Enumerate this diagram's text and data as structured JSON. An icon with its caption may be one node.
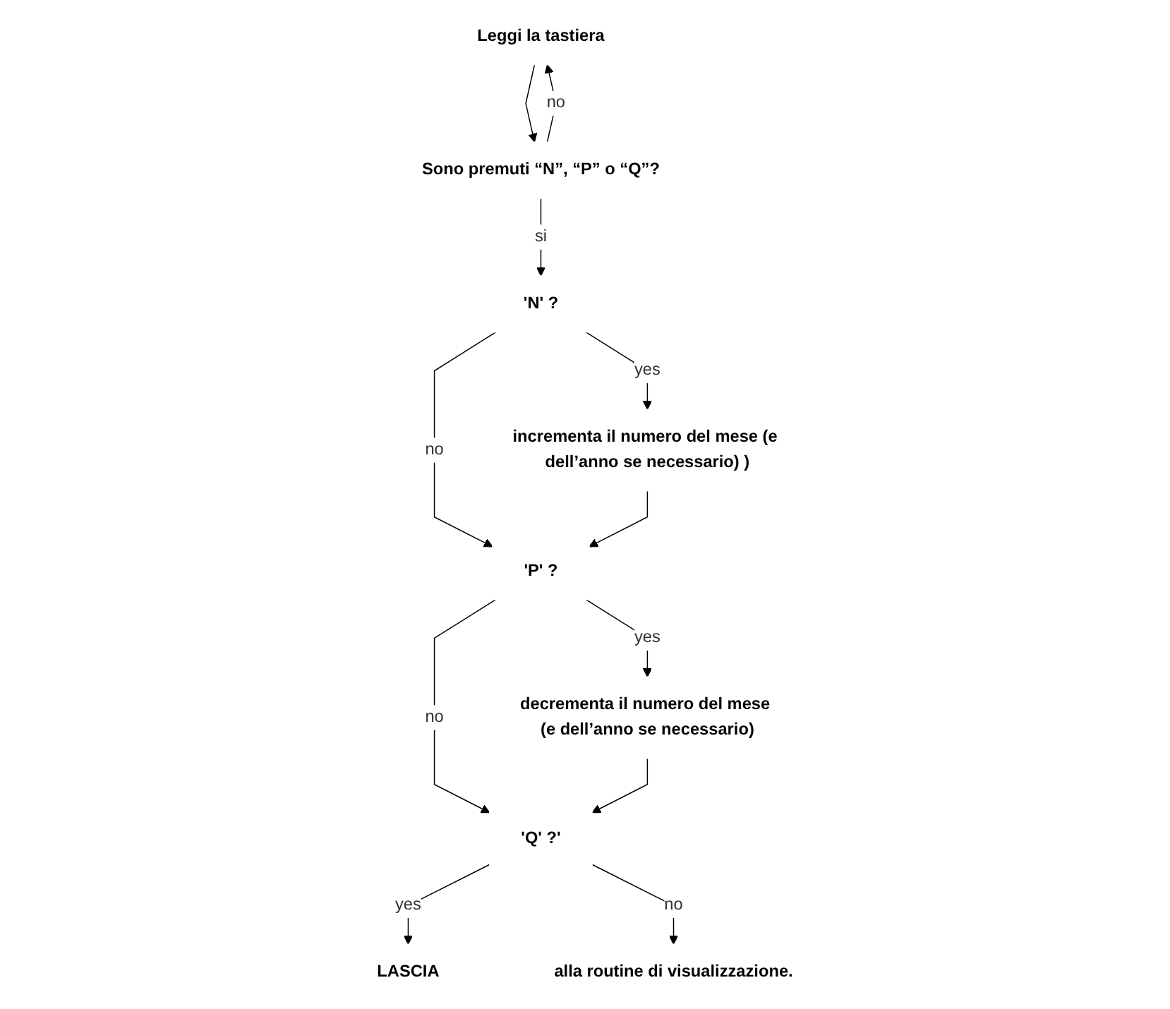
{
  "diagram": {
    "nodes": [
      {
        "text": [
          "Leggi la tastiera"
        ]
      },
      {
        "text": [
          "Sono premuti “N”, “P” o “Q”?"
        ]
      },
      {
        "text": [
          "'N' ?"
        ]
      },
      {
        "text": [
          "incrementa il numero del mese (e dell’anno se necessario) )"
        ]
      },
      {
        "text": [
          "'P' ?"
        ]
      },
      {
        "text": [
          "decrementa il numero del mese (e dell’anno se necessario)"
        ]
      },
      {
        "text": [
          "'Q' ?'"
        ]
      },
      {
        "text": [
          "alla routine di visualizzazione."
        ]
      },
      {
        "text": [
          "LASCIA"
        ]
      }
    ],
    "edges": [
      {
        "from": 0,
        "to": 1,
        "arrow": "to"
      },
      {
        "from": 1,
        "to": 0,
        "arrow": "to",
        "label": "no"
      },
      {
        "from": 1,
        "to": 2,
        "arrow": "to",
        "label": "si"
      },
      {
        "from": 2,
        "to": 3,
        "arrow": "to",
        "label": "yes"
      },
      {
        "from": 2,
        "to": 4,
        "arrow": "to",
        "label": "no"
      },
      {
        "from": 3,
        "to": 4,
        "arrow": "to"
      },
      {
        "from": 4,
        "to": 5,
        "arrow": "to",
        "label": "yes"
      },
      {
        "from": 4,
        "to": 6,
        "arrow": "to",
        "label": "no"
      },
      {
        "from": 5,
        "to": 6,
        "arrow": "to"
      },
      {
        "from": 6,
        "to": 8,
        "arrow": "to",
        "label": "yes"
      },
      {
        "from": 6,
        "to": 7,
        "arrow": "to",
        "label": "no"
      }
    ]
  }
}
